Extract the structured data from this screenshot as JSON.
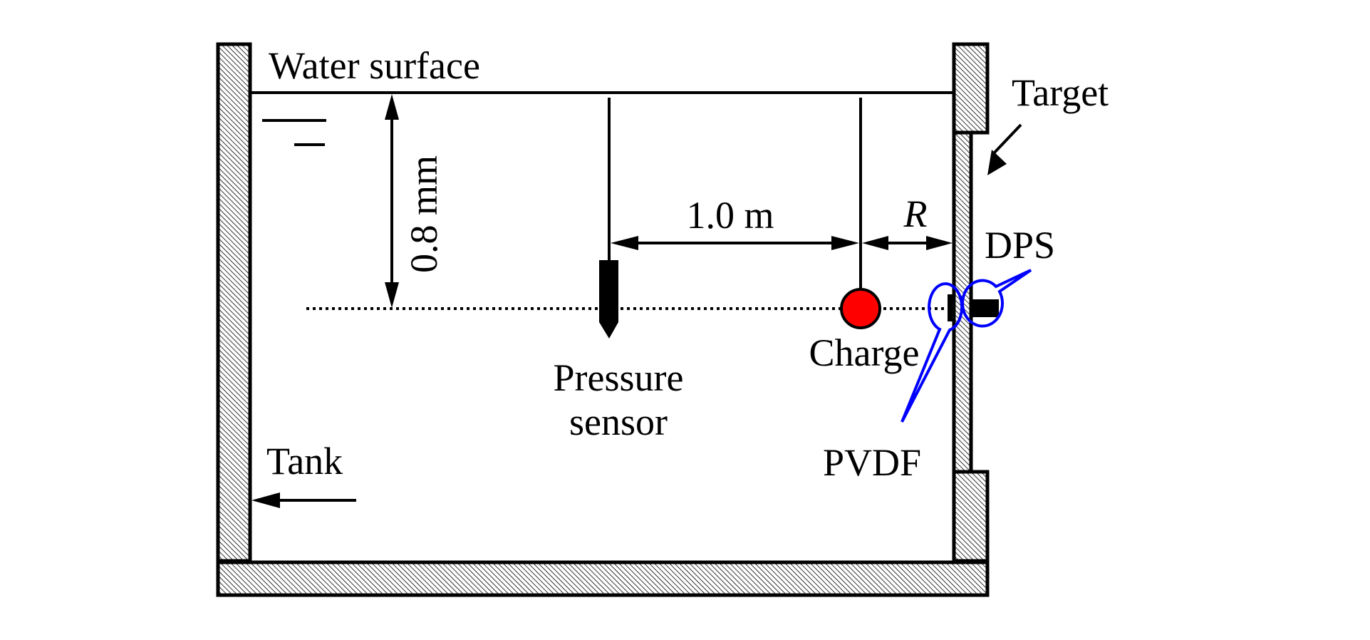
{
  "figure": {
    "type": "experimental-setup-schematic",
    "description": "Underwater explosion tank test setup"
  },
  "labels": {
    "water_surface": "Water surface",
    "target": "Target",
    "depth": "0.8 mm",
    "sensor_distance": "1.0 m",
    "standoff": "R",
    "dps": "DPS",
    "charge": "Charge",
    "pressure_sensor_line1": "Pressure",
    "pressure_sensor_line2": "sensor",
    "pvdf": "PVDF",
    "tank": "Tank"
  },
  "colors": {
    "line": "#000000",
    "charge_fill": "#ff0000",
    "callout": "#0000ff",
    "hatch_bg": "#ffffff"
  }
}
